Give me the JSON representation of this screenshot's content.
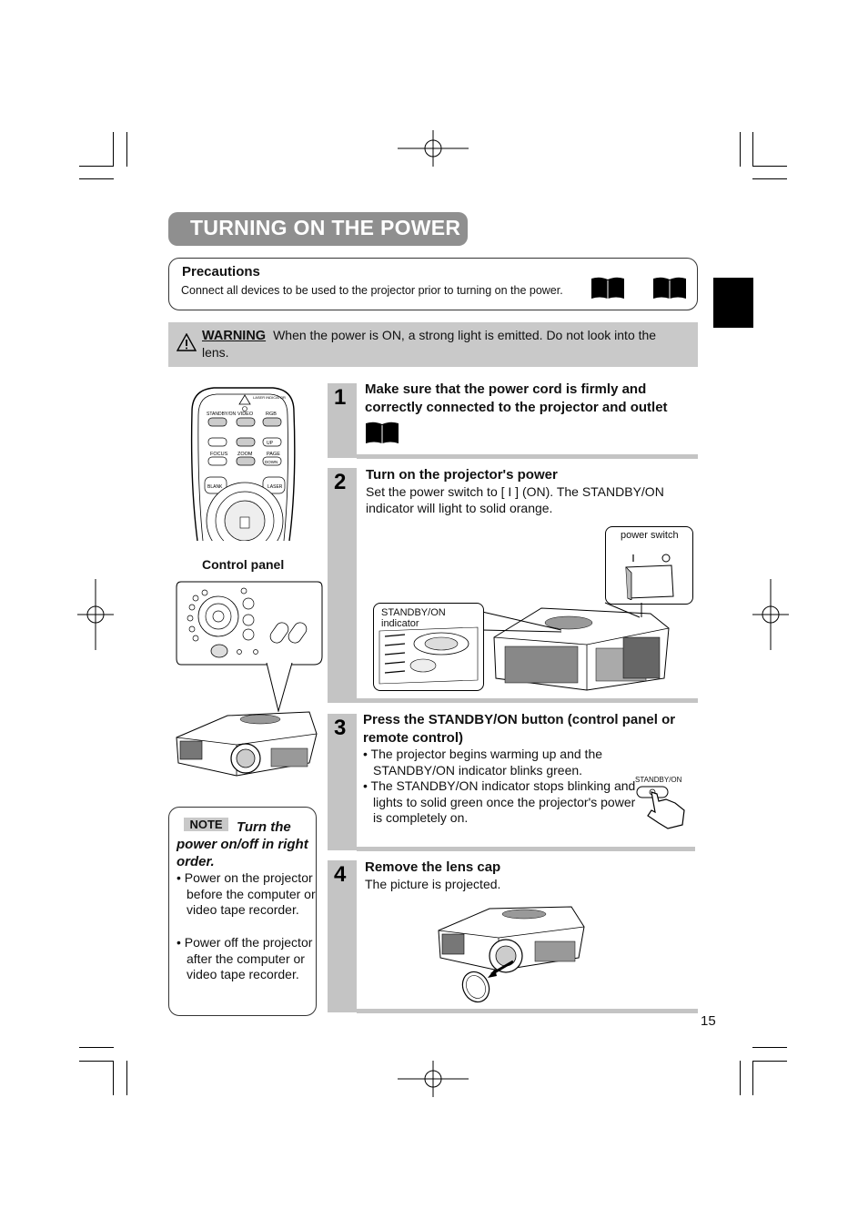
{
  "page": {
    "title": "TURNING ON THE POWER",
    "page_number": "15"
  },
  "precautions": {
    "heading": "Precautions",
    "text": "Connect all devices to be used to the projector prior to turning on the power."
  },
  "warning": {
    "label": "WARNING",
    "text": "When the power is ON, a strong light is emitted. Do not look into the lens."
  },
  "left_panel": {
    "control_panel_caption": "Control panel",
    "remote_labels": {
      "standby": "STANDBY/ON",
      "video": "VIDEO",
      "rgb": "RGB",
      "focus": "FOCUS",
      "zoom": "ZOOM",
      "page": "PAGE",
      "up": "UP",
      "down": "DOWN",
      "blank": "BLANK",
      "laser": "LASER",
      "laser_indicator": "LASER INDICATOR"
    }
  },
  "note": {
    "badge": "NOTE",
    "heading": "Turn the power on/off in right order.",
    "items": [
      "• Power on the projector before the computer or video tape recorder.",
      "• Power off the projector after the computer or video tape recorder."
    ]
  },
  "steps": [
    {
      "number": "1",
      "title": "Make sure that the power cord is firmly and correctly connected to the projector and outlet"
    },
    {
      "number": "2",
      "title": "Turn on the projector's power",
      "body": "Set the power switch to [ I ] (ON). The STANDBY/ON indicator will light to solid orange.",
      "callout_power_switch": "power switch",
      "callout_indicator": "STANDBY/ON indicator"
    },
    {
      "number": "3",
      "title": "Press the STANDBY/ON button (control panel or remote control)",
      "bullets": [
        "• The projector begins warming up and the STANDBY/ON indicator blinks green.",
        "• The STANDBY/ON indicator stops blinking and lights to solid green once the projector's power is completely on."
      ],
      "button_label": "STANDBY/ON"
    },
    {
      "number": "4",
      "title": "Remove the lens cap",
      "body": "The picture is projected."
    }
  ]
}
